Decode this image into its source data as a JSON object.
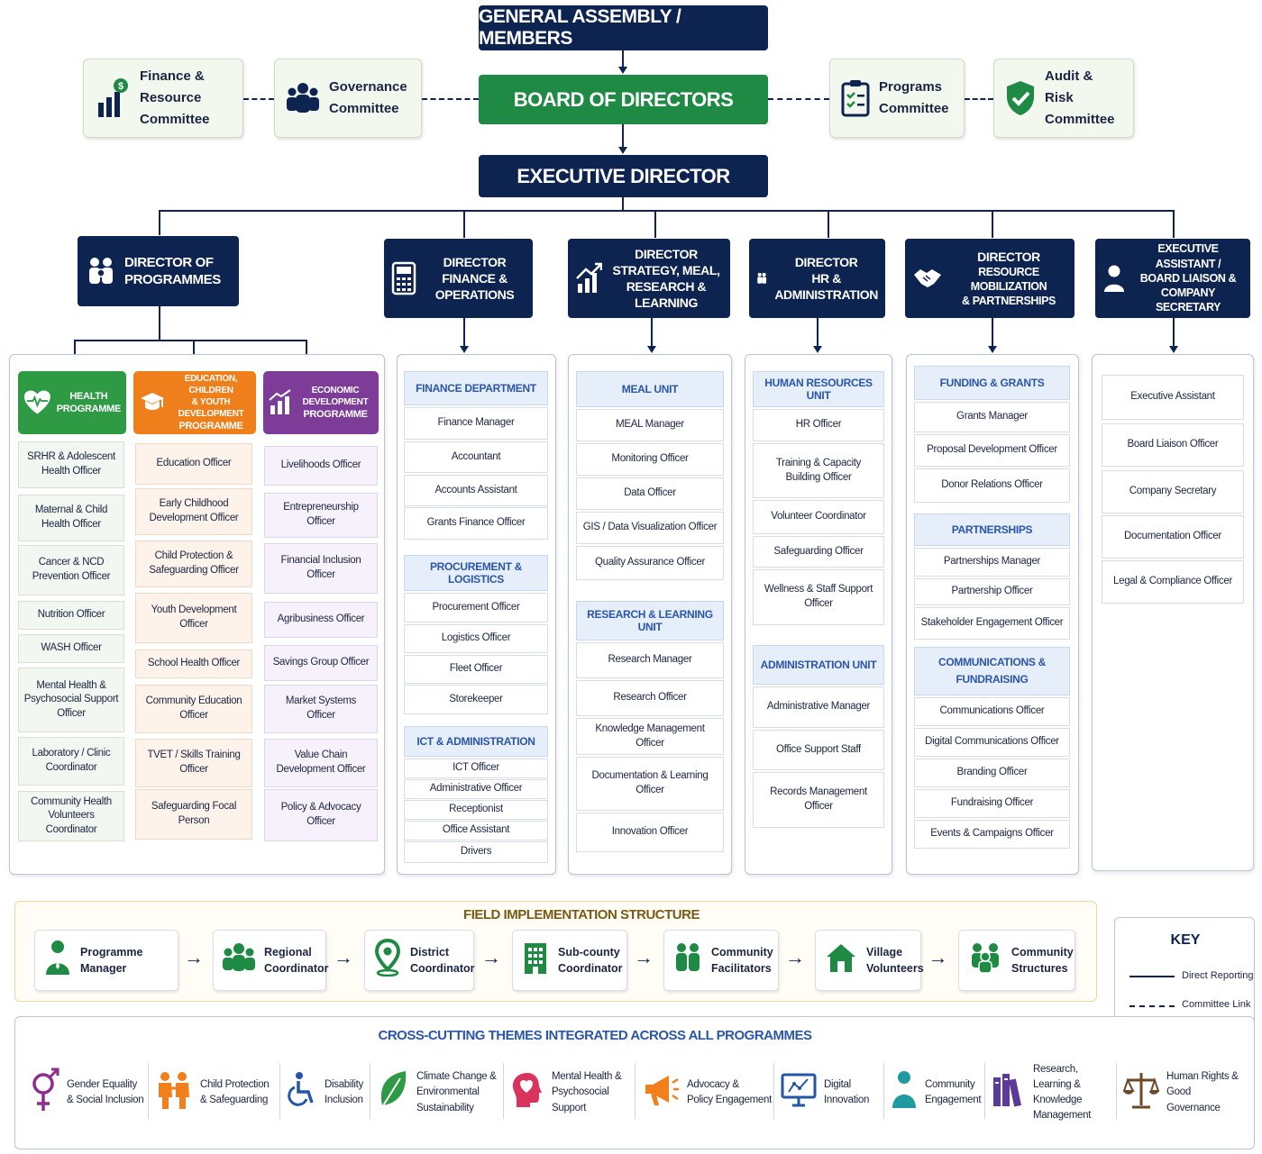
{
  "top": {
    "assembly": "GENERAL ASSEMBLY / MEMBERS",
    "board": "BOARD OF DIRECTORS",
    "executive": "EXECUTIVE DIRECTOR"
  },
  "committees": {
    "finance": [
      "Finance &",
      "Resource Committee"
    ],
    "governance": [
      "Governance",
      "Committee"
    ],
    "programs": [
      "Programs",
      "Committee"
    ],
    "audit": [
      "Audit & Risk",
      "Committee"
    ]
  },
  "directors": {
    "programmes": [
      "DIRECTOR OF",
      "PROGRAMMES"
    ],
    "finance": [
      "DIRECTOR",
      "FINANCE &",
      "OPERATIONS"
    ],
    "strategy": [
      "DIRECTOR",
      "STRATEGY, MEAL,",
      "RESEARCH & LEARNING"
    ],
    "hr": [
      "DIRECTOR",
      "HR &",
      "ADMINISTRATION"
    ],
    "resource": [
      "DIRECTOR",
      "RESOURCE MOBILIZATION",
      "& PARTNERSHIPS"
    ],
    "exec_assistant": [
      "EXECUTIVE ASSISTANT /",
      "BOARD LIAISON &",
      "COMPANY SECRETARY"
    ]
  },
  "programmes": {
    "health": {
      "title": [
        "HEALTH",
        "PROGRAMME"
      ],
      "items": [
        [
          "SRHR & Adolescent",
          "Health Officer"
        ],
        [
          "Maternal & Child",
          "Health Officer"
        ],
        [
          "Cancer & NCD",
          "Prevention Officer"
        ],
        [
          "Nutrition Officer"
        ],
        [
          "WASH Officer"
        ],
        [
          "Mental Health &",
          "Psychosocial Support",
          "Officer"
        ],
        [
          "Laboratory / Clinic",
          "Coordinator"
        ],
        [
          "Community Health",
          "Volunteers Coordinator"
        ]
      ]
    },
    "education": {
      "title": [
        "EDUCATION, CHILDREN",
        "& YOUTH DEVELOPMENT",
        "PROGRAMME"
      ],
      "items": [
        [
          "Education Officer"
        ],
        [
          "Early Childhood",
          "Development Officer"
        ],
        [
          "Child Protection &",
          "Safeguarding Officer"
        ],
        [
          "Youth Development",
          "Officer"
        ],
        [
          "School Health Officer"
        ],
        [
          "Community Education",
          "Officer"
        ],
        [
          "TVET / Skills Training",
          "Officer"
        ],
        [
          "Safeguarding Focal",
          "Person"
        ]
      ]
    },
    "economic": {
      "title": [
        "ECONOMIC DEVELOPMENT",
        "PROGRAMME"
      ],
      "items": [
        [
          "Livelihoods Officer"
        ],
        [
          "Entrepreneurship",
          "Officer"
        ],
        [
          "Financial Inclusion",
          "Officer"
        ],
        [
          "Agribusiness Officer"
        ],
        [
          "Savings Group Officer"
        ],
        [
          "Market Systems",
          "Officer"
        ],
        [
          "Value Chain",
          "Development Officer"
        ],
        [
          "Policy & Advocacy",
          "Officer"
        ]
      ]
    }
  },
  "finance_ops": {
    "finance_dept": "FINANCE DEPARTMENT",
    "finance_items": [
      "Finance Manager",
      "Accountant",
      "Accounts Assistant",
      "Grants Finance Officer"
    ],
    "procurement": "PROCUREMENT & LOGISTICS",
    "procurement_items": [
      "Procurement Officer",
      "Logistics Officer",
      "Fleet Officer",
      "Storekeeper"
    ],
    "ict": "ICT & ADMINISTRATION",
    "ict_items": [
      "ICT Officer",
      "Administrative Officer",
      "Receptionist",
      "Office Assistant",
      "Drivers"
    ]
  },
  "strategy": {
    "meal_unit": "MEAL UNIT",
    "meal_items": [
      [
        "MEAL Manager"
      ],
      [
        "Monitoring Officer"
      ],
      [
        "Data Officer"
      ],
      [
        "GIS / Data Visualization Officer"
      ],
      [
        "Quality Assurance Officer"
      ]
    ],
    "research_unit": "RESEARCH & LEARNING UNIT",
    "research_items": [
      [
        "Research Manager"
      ],
      [
        "Research Officer"
      ],
      [
        "Knowledge Management Officer"
      ],
      [
        "Documentation & Learning",
        "Officer"
      ],
      [
        "Innovation Officer"
      ]
    ]
  },
  "hr": {
    "hr_unit": "HUMAN RESOURCES UNIT",
    "hr_items": [
      [
        "HR Officer"
      ],
      [
        "Training & Capacity",
        "Building Officer"
      ],
      [
        "Volunteer Coordinator"
      ],
      [
        "Safeguarding Officer"
      ],
      [
        "Wellness & Staff Support",
        "Officer"
      ]
    ],
    "admin_unit": "ADMINISTRATION UNIT",
    "admin_items": [
      [
        "Administrative Manager"
      ],
      [
        "Office Support Staff"
      ],
      [
        "Records Management",
        "Officer"
      ]
    ]
  },
  "resource": {
    "funding": "FUNDING & GRANTS",
    "funding_items": [
      "Grants Manager",
      "Proposal Development Officer",
      "Donor Relations Officer"
    ],
    "partnerships": [
      "PARTNERSHIPS"
    ],
    "partnership_items": [
      "Partnerships Manager",
      "Partnership Officer",
      "Stakeholder Engagement Officer"
    ],
    "communications": [
      "COMMUNICATIONS &",
      "FUNDRAISING"
    ],
    "communication_items": [
      "Communications Officer",
      "Digital Communications Officer",
      "Branding Officer",
      "Fundraising Officer",
      "Events & Campaigns Officer"
    ]
  },
  "exec_assistant_items": [
    "Executive Assistant",
    "Board Liaison Officer",
    "Company Secretary",
    "Documentation Officer",
    "Legal & Compliance Officer"
  ],
  "field": {
    "title": "FIELD IMPLEMENTATION STRUCTURE",
    "steps": [
      {
        "label": [
          "Programme Manager"
        ],
        "icon": "manager-icon"
      },
      {
        "label": [
          "Regional",
          "Coordinator"
        ],
        "icon": "group-icon"
      },
      {
        "label": [
          "District",
          "Coordinator"
        ],
        "icon": "location-pin-icon"
      },
      {
        "label": [
          "Sub-county",
          "Coordinator"
        ],
        "icon": "building-icon"
      },
      {
        "label": [
          "Community",
          "Facilitators"
        ],
        "icon": "facilitators-icon"
      },
      {
        "label": [
          "Village",
          "Volunteers"
        ],
        "icon": "house-icon"
      },
      {
        "label": [
          "Community",
          "Structures"
        ],
        "icon": "community-icon"
      }
    ]
  },
  "key": {
    "title": "KEY",
    "direct": "Direct Reporting",
    "committee": "Committee Link"
  },
  "crosscutting": {
    "title": "CROSS-CUTTING THEMES INTEGRATED ACROSS ALL PROGRAMMES",
    "themes": [
      {
        "label": [
          "Gender Equality",
          "& Social Inclusion"
        ],
        "icon": "gender-icon",
        "color": "#8e2c8f"
      },
      {
        "label": [
          "Child Protection",
          "& Safeguarding"
        ],
        "icon": "child-protection-icon",
        "color": "#f07f1c"
      },
      {
        "label": [
          "Disability",
          "Inclusion"
        ],
        "icon": "wheelchair-icon",
        "color": "#2456a8"
      },
      {
        "label": [
          "Climate Change &",
          "Environmental",
          "Sustainability"
        ],
        "icon": "leaf-icon",
        "color": "#2e9a44"
      },
      {
        "label": [
          "Mental Health &",
          "Psychosocial",
          "Support"
        ],
        "icon": "mental-health-icon",
        "color": "#d9345e"
      },
      {
        "label": [
          "Advocacy &",
          "Policy Engagement"
        ],
        "icon": "megaphone-icon",
        "color": "#f07f1c"
      },
      {
        "label": [
          "Digital",
          "Innovation"
        ],
        "icon": "digital-icon",
        "color": "#2456a8"
      },
      {
        "label": [
          "Community",
          "Engagement"
        ],
        "icon": "engagement-icon",
        "color": "#1e9aa0"
      },
      {
        "label": [
          "Research, Learning &",
          "Knowledge",
          "Management"
        ],
        "icon": "books-icon",
        "color": "#5b3a99"
      },
      {
        "label": [
          "Human Rights &",
          "Good Governance"
        ],
        "icon": "scales-icon",
        "color": "#6b4a2a"
      }
    ]
  },
  "colors": {
    "navy": "#0d2350",
    "green": "#1f8a43",
    "health": "#2e9a44",
    "education": "#ef7f1a",
    "economic": "#7d3c98",
    "section_blue": "#2b56a8"
  }
}
